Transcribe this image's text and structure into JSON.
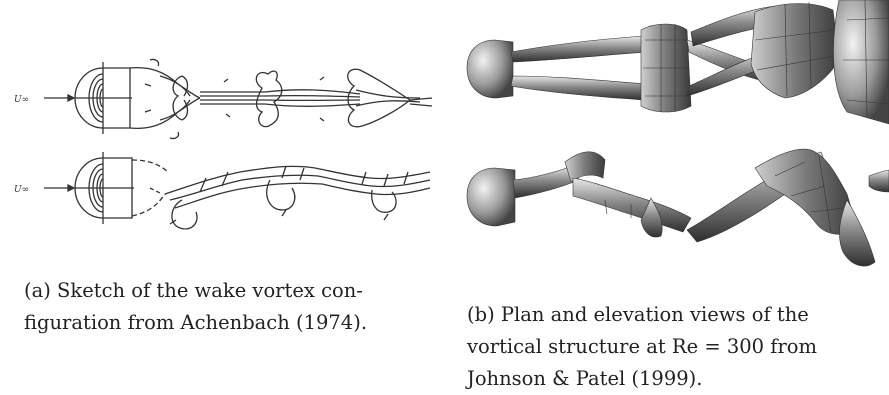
{
  "figure_a": {
    "label_top": "U∞",
    "label_bottom": "U∞",
    "caption_lines": [
      "(a) Sketch of the wake vortex con-",
      "figuration from Achenbach (1974)."
    ]
  },
  "figure_b": {
    "caption_lines": [
      "(b) Plan and elevation views of the",
      "vortical structure at Re = 300 from",
      "Johnson & Patel (1999)."
    ]
  }
}
